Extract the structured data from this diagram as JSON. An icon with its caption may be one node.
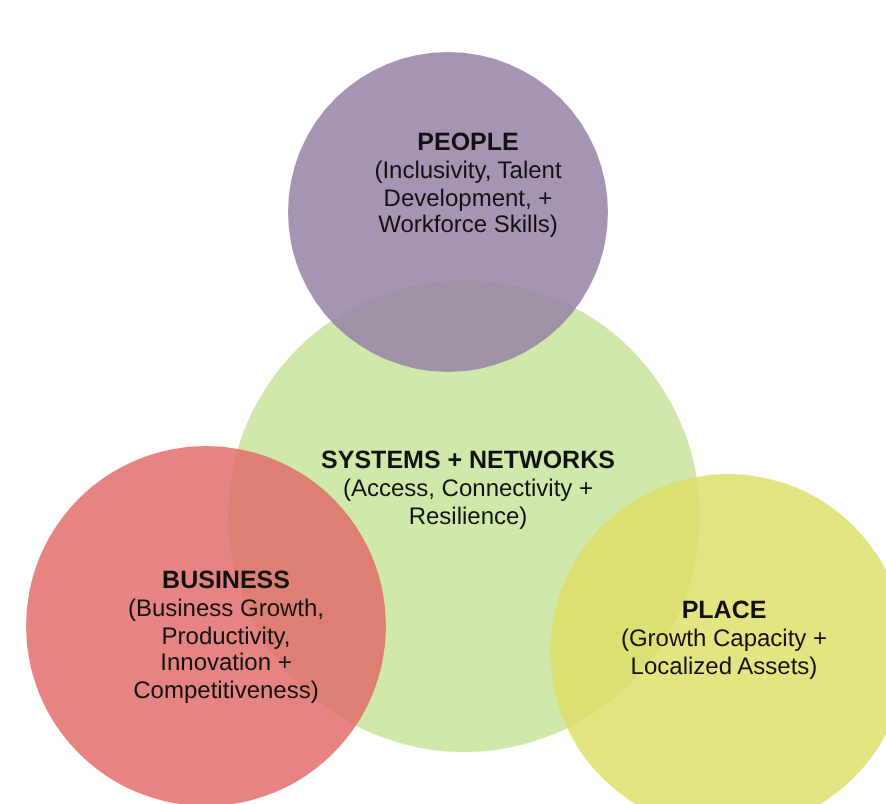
{
  "diagram": {
    "nodes": [
      {
        "text": [
          "PEOPLE",
          "(Inclusivity, Talent Development, + Workforce Skills)"
        ]
      },
      {
        "text": [
          "SYSTEMS + NETWORKS",
          "(Access, Connectivity + Resilience)"
        ]
      },
      {
        "text": [
          "BUSINESS",
          "(Business Growth, Productivity, Innovation + Competitiveness)"
        ]
      },
      {
        "text": [
          "PLACE",
          "(Growth Capacity + Localized Assets)"
        ]
      }
    ],
    "edges": []
  }
}
